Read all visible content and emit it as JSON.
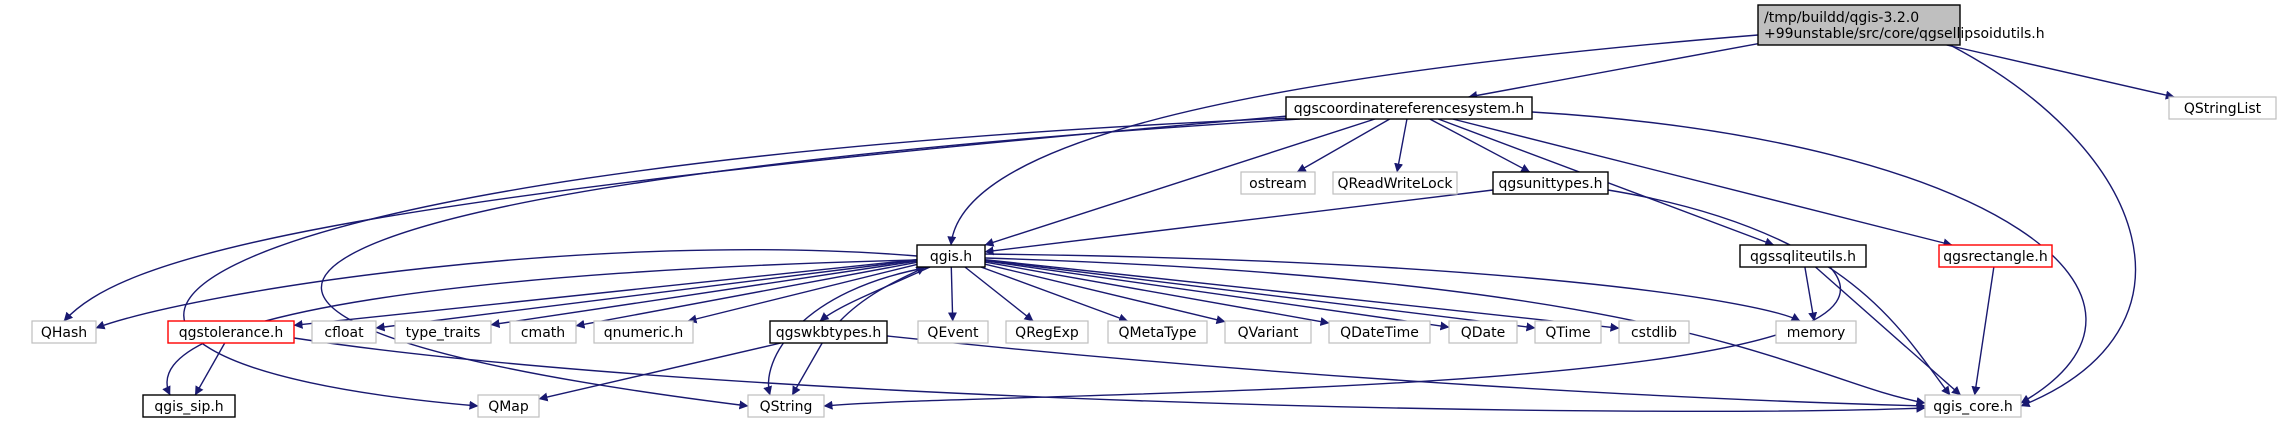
{
  "diagram": {
    "colors": {
      "edge": "#191970",
      "box_border": "#000000",
      "external_border": "#bfbfbf",
      "incomplete_border": "#ff0000",
      "root_fill": "#bfbfbf"
    },
    "nodes": [
      {
        "id": "root",
        "lines": [
          "/tmp/buildd/qgis-3.2.0",
          "+99unstable/src/core/qgsellipsoidutils.h"
        ],
        "kind": "root"
      },
      {
        "id": "crs",
        "lines": [
          "qgscoordinatereferencesystem.h"
        ],
        "kind": "header"
      },
      {
        "id": "qstringlist",
        "lines": [
          "QStringList"
        ],
        "kind": "external"
      },
      {
        "id": "ostream",
        "lines": [
          "ostream"
        ],
        "kind": "external"
      },
      {
        "id": "qreadwritelock",
        "lines": [
          "QReadWriteLock"
        ],
        "kind": "external"
      },
      {
        "id": "qgsunittypes",
        "lines": [
          "qgsunittypes.h"
        ],
        "kind": "header"
      },
      {
        "id": "qgssqliteutils",
        "lines": [
          "qgssqliteutils.h"
        ],
        "kind": "header"
      },
      {
        "id": "qgsrectangle",
        "lines": [
          "qgsrectangle.h"
        ],
        "kind": "incomplete"
      },
      {
        "id": "qgis",
        "lines": [
          "qgis.h"
        ],
        "kind": "header"
      },
      {
        "id": "qhash",
        "lines": [
          "QHash"
        ],
        "kind": "external"
      },
      {
        "id": "qgstolerance",
        "lines": [
          "qgstolerance.h"
        ],
        "kind": "incomplete"
      },
      {
        "id": "cfloat",
        "lines": [
          "cfloat"
        ],
        "kind": "external"
      },
      {
        "id": "type_traits",
        "lines": [
          "type_traits"
        ],
        "kind": "external"
      },
      {
        "id": "cmath",
        "lines": [
          "cmath"
        ],
        "kind": "external"
      },
      {
        "id": "qnumeric",
        "lines": [
          "qnumeric.h"
        ],
        "kind": "external"
      },
      {
        "id": "qgswkbtypes",
        "lines": [
          "qgswkbtypes.h"
        ],
        "kind": "header"
      },
      {
        "id": "qevent",
        "lines": [
          "QEvent"
        ],
        "kind": "external"
      },
      {
        "id": "qregexp",
        "lines": [
          "QRegExp"
        ],
        "kind": "external"
      },
      {
        "id": "qmetatype",
        "lines": [
          "QMetaType"
        ],
        "kind": "external"
      },
      {
        "id": "qvariant",
        "lines": [
          "QVariant"
        ],
        "kind": "external"
      },
      {
        "id": "qdatetime",
        "lines": [
          "QDateTime"
        ],
        "kind": "external"
      },
      {
        "id": "qdate",
        "lines": [
          "QDate"
        ],
        "kind": "external"
      },
      {
        "id": "qtime",
        "lines": [
          "QTime"
        ],
        "kind": "external"
      },
      {
        "id": "cstdlib",
        "lines": [
          "cstdlib"
        ],
        "kind": "external"
      },
      {
        "id": "memory",
        "lines": [
          "memory"
        ],
        "kind": "external"
      },
      {
        "id": "qgis_sip",
        "lines": [
          "qgis_sip.h"
        ],
        "kind": "header"
      },
      {
        "id": "qmap",
        "lines": [
          "QMap"
        ],
        "kind": "external"
      },
      {
        "id": "qstring",
        "lines": [
          "QString"
        ],
        "kind": "external"
      },
      {
        "id": "qgis_core",
        "lines": [
          "qgis_core.h"
        ],
        "kind": "external"
      }
    ],
    "edges": [
      {
        "from": "root",
        "to": "crs"
      },
      {
        "from": "root",
        "to": "qgis"
      },
      {
        "from": "root",
        "to": "qstringlist"
      },
      {
        "from": "root",
        "to": "qgis_core"
      },
      {
        "from": "crs",
        "to": "ostream"
      },
      {
        "from": "crs",
        "to": "qreadwritelock"
      },
      {
        "from": "crs",
        "to": "qgsunittypes"
      },
      {
        "from": "crs",
        "to": "qgssqliteutils"
      },
      {
        "from": "crs",
        "to": "qgsrectangle"
      },
      {
        "from": "crs",
        "to": "qgis"
      },
      {
        "from": "crs",
        "to": "qhash"
      },
      {
        "from": "crs",
        "to": "qmap"
      },
      {
        "from": "crs",
        "to": "qstring"
      },
      {
        "from": "crs",
        "to": "qgis_core"
      },
      {
        "from": "qgsunittypes",
        "to": "qgis"
      },
      {
        "from": "qgsunittypes",
        "to": "qgis_core"
      },
      {
        "from": "qgssqliteutils",
        "to": "memory"
      },
      {
        "from": "qgssqliteutils",
        "to": "qgis_core"
      },
      {
        "from": "qgssqliteutils",
        "to": "qstring"
      },
      {
        "from": "qgsrectangle",
        "to": "qgis_core"
      },
      {
        "from": "qgis",
        "to": "qhash"
      },
      {
        "from": "qgis",
        "to": "qgstolerance"
      },
      {
        "from": "qgis",
        "to": "cfloat"
      },
      {
        "from": "qgis",
        "to": "type_traits"
      },
      {
        "from": "qgis",
        "to": "cmath"
      },
      {
        "from": "qgis",
        "to": "qnumeric"
      },
      {
        "from": "qgis",
        "to": "qgswkbtypes"
      },
      {
        "from": "qgis",
        "to": "qevent"
      },
      {
        "from": "qgis",
        "to": "qregexp"
      },
      {
        "from": "qgis",
        "to": "qmetatype"
      },
      {
        "from": "qgis",
        "to": "qvariant"
      },
      {
        "from": "qgis",
        "to": "qdatetime"
      },
      {
        "from": "qgis",
        "to": "qdate"
      },
      {
        "from": "qgis",
        "to": "qtime"
      },
      {
        "from": "qgis",
        "to": "cstdlib"
      },
      {
        "from": "qgis",
        "to": "memory"
      },
      {
        "from": "qgis",
        "to": "qgis_sip"
      },
      {
        "from": "qgis",
        "to": "qstring"
      },
      {
        "from": "qgis",
        "to": "qgis_core"
      },
      {
        "from": "qgstolerance",
        "to": "qgis_sip"
      },
      {
        "from": "qgstolerance",
        "to": "qgis_core"
      },
      {
        "from": "qgswkbtypes",
        "to": "qgis"
      },
      {
        "from": "qgswkbtypes",
        "to": "qmap"
      },
      {
        "from": "qgswkbtypes",
        "to": "qstring"
      },
      {
        "from": "qgswkbtypes",
        "to": "qgis_core"
      }
    ]
  }
}
